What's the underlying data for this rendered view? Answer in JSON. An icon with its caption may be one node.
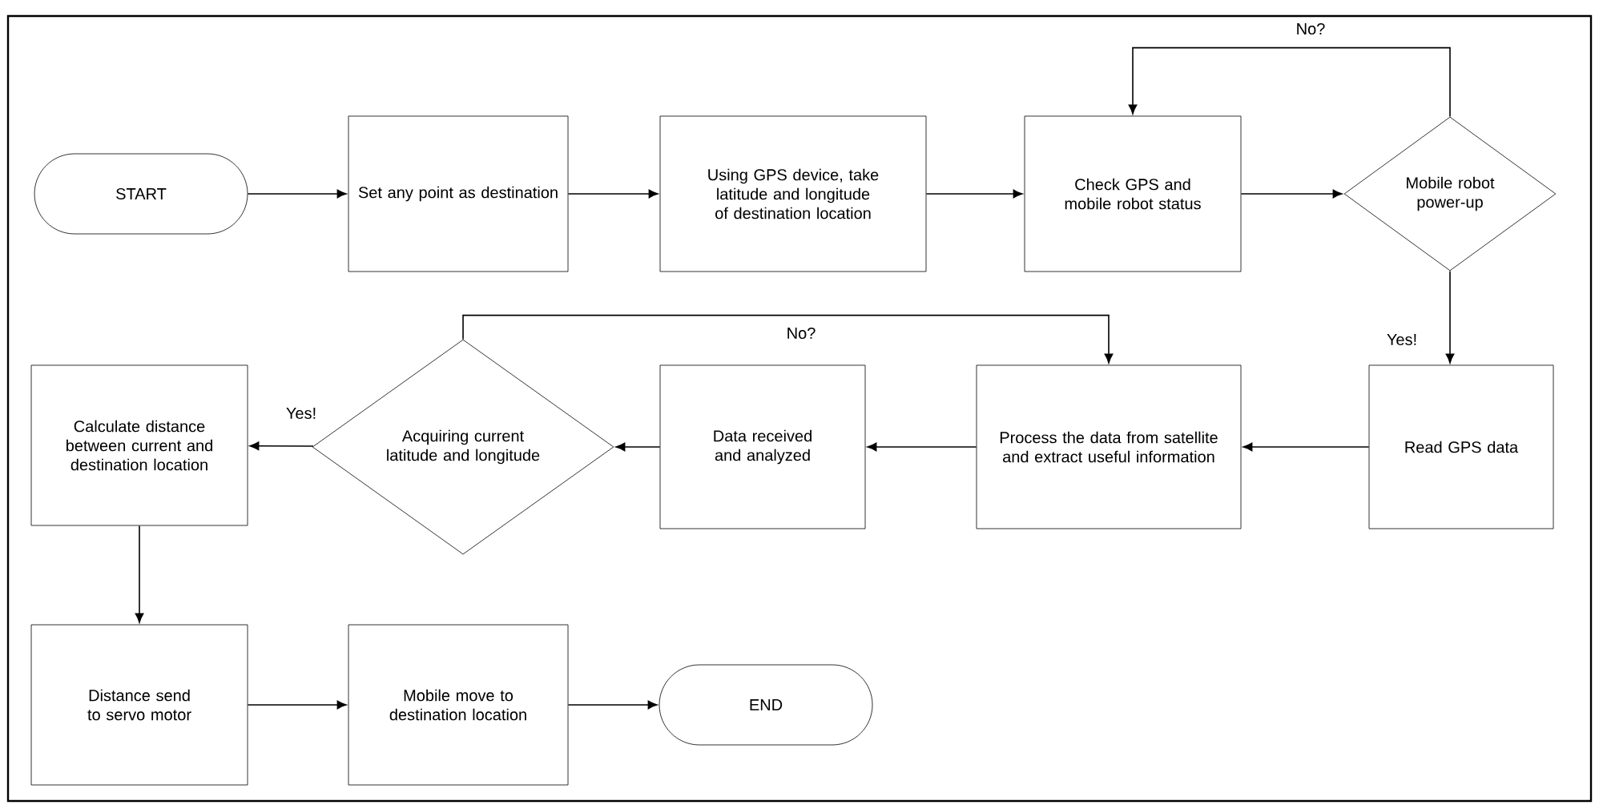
{
  "diagram": {
    "nodes": [
      {
        "text": [
          "START"
        ]
      },
      {
        "text": [
          "Set any point as destination"
        ]
      },
      {
        "text": [
          "Using GPS device, take latitude and longitude of destination location"
        ]
      },
      {
        "text": [
          "Check GPS and mobile robot status"
        ]
      },
      {
        "text": [
          "Mobile robot power-up"
        ]
      },
      {
        "text": [
          "Read GPS data"
        ]
      },
      {
        "text": [
          "Process the data from satellite and extract useful information"
        ]
      },
      {
        "text": [
          "Data received and analyzed"
        ]
      },
      {
        "text": [
          "Acquiring current latitude and longitude"
        ]
      },
      {
        "text": [
          "Calculate distance between current and destination location"
        ]
      },
      {
        "text": [
          "Distance send to servo motor"
        ]
      },
      {
        "text": [
          "Mobile move to destination location"
        ]
      },
      {
        "text": [
          "END"
        ]
      }
    ],
    "edges": [
      {
        "from": 0,
        "to": 1,
        "arrow": "to"
      },
      {
        "from": 1,
        "to": 2,
        "arrow": "to"
      },
      {
        "from": 2,
        "to": 3,
        "arrow": "to"
      },
      {
        "from": 3,
        "to": 4,
        "arrow": "to"
      },
      {
        "from": 4,
        "to": 3,
        "arrow": "to",
        "label": "No?"
      },
      {
        "from": 4,
        "to": 5,
        "arrow": "to",
        "label": "Yes!"
      },
      {
        "from": 5,
        "to": 6,
        "arrow": "to"
      },
      {
        "from": 6,
        "to": 7,
        "arrow": "to"
      },
      {
        "from": 7,
        "to": 8,
        "arrow": "to"
      },
      {
        "from": 8,
        "to": 6,
        "arrow": "to",
        "label": "No?"
      },
      {
        "from": 8,
        "to": 9,
        "arrow": "to",
        "label": "Yes!"
      },
      {
        "from": 9,
        "to": 10,
        "arrow": "to"
      },
      {
        "from": 10,
        "to": 11,
        "arrow": "to"
      },
      {
        "from": 11,
        "to": 12,
        "arrow": "to"
      }
    ]
  }
}
